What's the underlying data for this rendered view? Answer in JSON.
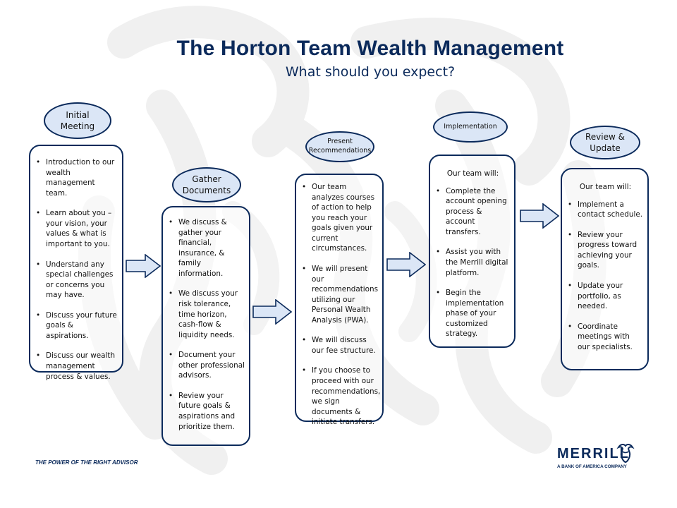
{
  "title": "The Horton Team Wealth Management",
  "subtitle": "What should you expect?",
  "colors": {
    "navy": "#0b2a5b",
    "oval_fill": "#dbe6f6",
    "arrow_fill": "#dbe6f6",
    "watermark": "#f0f0f0"
  },
  "steps": [
    {
      "label": "Initial Meeting",
      "intro": "",
      "bullets": [
        "Introduction to our wealth management team.",
        "Learn about you – your vision, your values & what is important to you.",
        "Understand any special challenges or concerns you may have.",
        "Discuss your future goals & aspirations.",
        "Discuss our wealth management process & values."
      ]
    },
    {
      "label": "Gather Documents",
      "intro": "",
      "bullets": [
        "We discuss & gather your financial, insurance, & family information.",
        "We discuss your risk tolerance, time horizon, cash-flow & liquidity needs.",
        "Document your other professional advisors.",
        "Review your future goals & aspirations and prioritize them."
      ]
    },
    {
      "label": "Present Recommendations",
      "intro": "",
      "bullets": [
        "Our team analyzes courses of action to help you reach your goals given your current circumstances.",
        "We will present our recommendations utilizing our Personal Wealth Analysis (PWA).",
        "We will discuss our fee structure.",
        "If you choose to proceed with our recommendations, we sign documents & initiate transfers."
      ]
    },
    {
      "label": "Implementation",
      "intro": "Our team will:",
      "bullets": [
        "Complete the account opening process & account transfers.",
        "Assist you with the Merrill digital platform.",
        "Begin the implementation phase of your customized strategy."
      ]
    },
    {
      "label": "Review & Update",
      "intro": "Our team will:",
      "bullets": [
        "Implement a contact schedule.",
        "Review your progress toward achieving your goals.",
        "Update your portfolio, as needed.",
        "Coordinate meetings with our specialists."
      ]
    }
  ],
  "footer": {
    "tagline": "THE POWER OF THE RIGHT ADVISOR",
    "logo_word": "MERRILL",
    "logo_sub": "A BANK OF AMERICA COMPANY",
    "logo_icon": "bull-icon"
  }
}
